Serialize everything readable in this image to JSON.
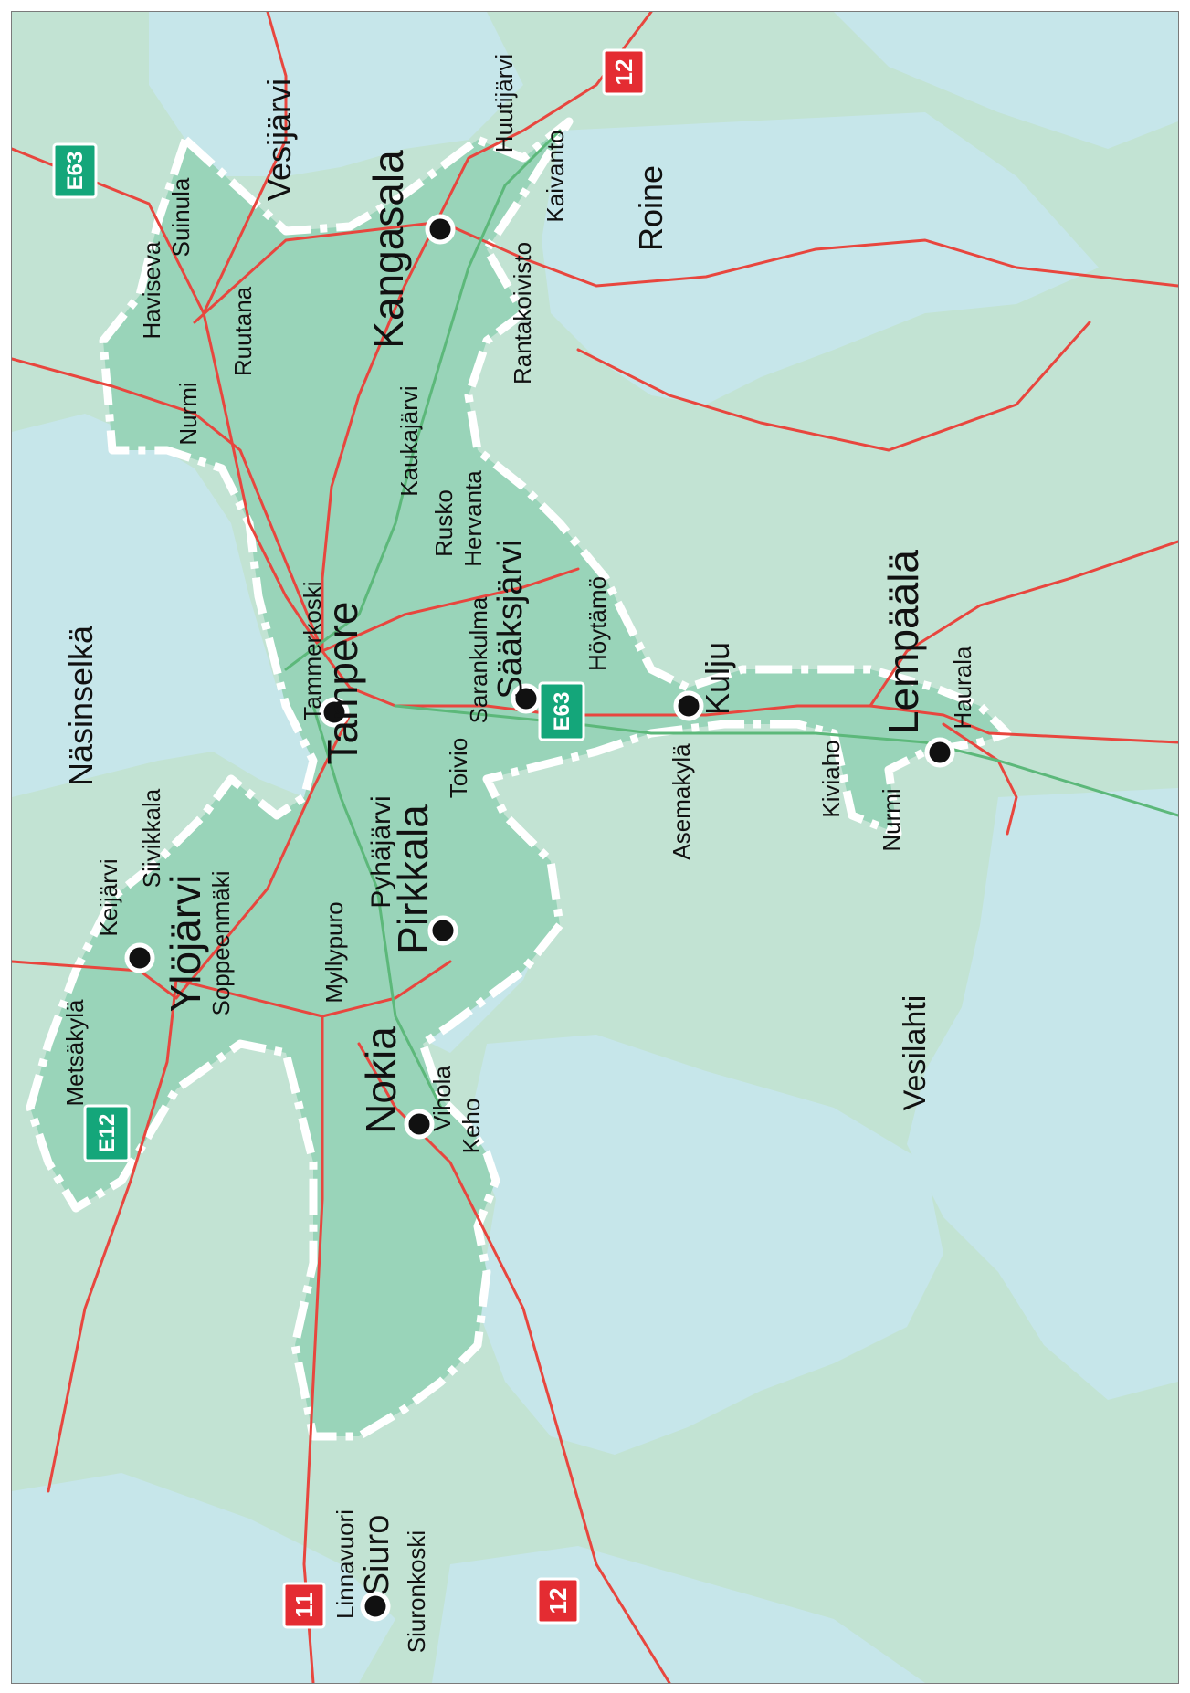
{
  "map": {
    "colors": {
      "land": "#c2e3d3",
      "water": "#c6e6ea",
      "region": "#99d4b9",
      "boundary": "#ffffff",
      "road_main": "#e8463e",
      "railway": "#5cb87a",
      "shield_european": "#14a67a",
      "shield_national": "#e42c32"
    },
    "cities": {
      "tampere": "Tampere",
      "kangasala": "Kangasala",
      "ylojarvi": "Ylöjärvi",
      "pirkkala": "Pirkkala",
      "nokia": "Nokia",
      "lempaala": "Lempäälä"
    },
    "places": {
      "vesijarvi": "Vesijärvi",
      "huutijarvi": "Huutijärvi",
      "kaivanto": "Kaivanto",
      "roine": "Roine",
      "rantakoivisto": "Rantakoivisto",
      "haviseva": "Haviseva",
      "suinula": "Suinula",
      "ruutana": "Ruutana",
      "nurmi_north": "Nurmi",
      "kaukajarvi": "Kaukajärvi",
      "rusko": "Rusko",
      "hervanta": "Hervanta",
      "saaksjarvi": "Sääksjärvi",
      "tammerkoski": "Tammerkoski",
      "hoytamo": "Höytämö",
      "sarankulma": "Sarankulma",
      "nasinselka": "Näsinselkä",
      "toivio": "Toivio",
      "kulju": "Kulju",
      "asemakyla": "Asemakylä",
      "haurala": "Haurala",
      "kiviaho": "Kiviaho",
      "nurmi_south": "Nurmi",
      "siivikkala": "Siivikkala",
      "keijarvi": "Keijärvi",
      "soppeenmaki": "Soppeenmäki",
      "metsakyla": "Metsäkylä",
      "myllypuro": "Myllypuro",
      "pyhajarvi": "Pyhäjärvi",
      "viinola": "Vihola",
      "keho": "Keho",
      "linnavuori": "Linnavuori",
      "siuro": "Siuro",
      "siuronkoski": "Siuronkoski",
      "vesilahti": "Vesilahti"
    },
    "shields": {
      "e63_north": "E63",
      "e63_south": "E63",
      "e12": "E12",
      "r12_top": "12",
      "r12_bottom": "12",
      "r11": "11"
    }
  }
}
